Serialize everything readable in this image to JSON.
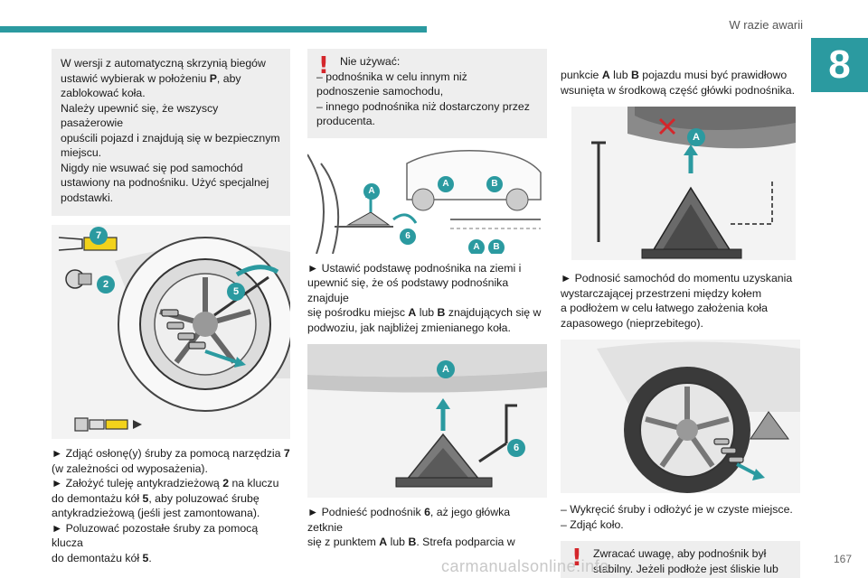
{
  "header": {
    "section_title": "W razie awarii",
    "chapter_number": "8",
    "page_number": "167"
  },
  "watermark": "carmanualsonline.info",
  "col1": {
    "note_lines": [
      [
        "W wersji z automatyczną skrzynią biegów"
      ],
      [
        "ustawić wybierak w położeniu ",
        "P",
        ", aby"
      ],
      [
        "zablokować koła."
      ],
      [
        "Należy upewnić się, że wszyscy pasażerowie"
      ],
      [
        "opuścili pojazd i znajdują się w bezpiecznym"
      ],
      [
        "miejscu."
      ],
      [
        "Nigdy nie wsuwać się pod samochód"
      ],
      [
        "ustawiony na podnośniku. Użyć specjalnej"
      ],
      [
        "podstawki."
      ]
    ],
    "figure_labels": {
      "l7": "7",
      "l2": "2",
      "l5": "5"
    },
    "text_lines": [
      [
        "► Zdjąć osłonę(y) śruby za pomocą narzędzia ",
        "7"
      ],
      [
        "(w zależności od wyposażenia)."
      ],
      [
        "► Założyć tuleję antykradzieżową ",
        "2",
        " na kluczu"
      ],
      [
        "do demontażu kół ",
        "5",
        ", aby poluzować śrubę"
      ],
      [
        "antykradzieżową (jeśli jest zamontowana)."
      ],
      [
        "► Poluzować pozostałe śruby za pomocą klucza"
      ],
      [
        "do demontażu kół ",
        "5",
        "."
      ]
    ]
  },
  "col2": {
    "warning_lines": [
      "Nie używać:",
      "– podnośnika w celu innym niż",
      "podnoszenie samochodu,",
      "– innego podnośnika niż dostarczony przez",
      "producenta."
    ],
    "figure1_labels": {
      "a1": "A",
      "a2": "A",
      "b1": "B",
      "a3": "A",
      "b2": "B",
      "six": "6"
    },
    "text1_lines": [
      [
        "► Ustawić podstawę podnośnika na ziemi i"
      ],
      [
        "upewnić się, że oś podstawy podnośnika znajduje"
      ],
      [
        "się pośrodku miejsc ",
        "A",
        " lub ",
        "B",
        " znajdujących się w"
      ],
      [
        "podwoziu, jak najbliżej zmienianego koła."
      ]
    ],
    "figure2_labels": {
      "a": "A",
      "six": "6"
    },
    "text2_lines": [
      [
        "► Podnieść podnośnik ",
        "6",
        ", aż jego główka zetknie"
      ],
      [
        "się z punktem ",
        "A",
        " lub ",
        "B",
        ". Strefa podparcia w"
      ]
    ]
  },
  "col3": {
    "intro_lines": [
      [
        "punkcie ",
        "A",
        " lub ",
        "B",
        " pojazdu musi być prawidłowo"
      ],
      [
        "wsunięta w środkową część główki podnośnika."
      ]
    ],
    "figure1_label": "A",
    "text1_lines": [
      "► Podnosić samochód do momentu uzyskania",
      "wystarczającej przestrzeni między kołem",
      "a podłożem w celu łatwego założenia koła",
      "zapasowego (nieprzebitego)."
    ],
    "text2_lines": [
      "– Wykręcić śruby i odłożyć je w czyste miejsce.",
      "– Zdjąć koło."
    ],
    "warning_lines": [
      "Zwracać uwagę, aby podnośnik był",
      "stabilny. Jeżeli podłoże jest śliskie lub"
    ]
  },
  "colors": {
    "accent": "#2b9aa0",
    "warning": "#d4262b",
    "callout": "#2b9aa0",
    "tool_yellow": "#f2d21b"
  }
}
